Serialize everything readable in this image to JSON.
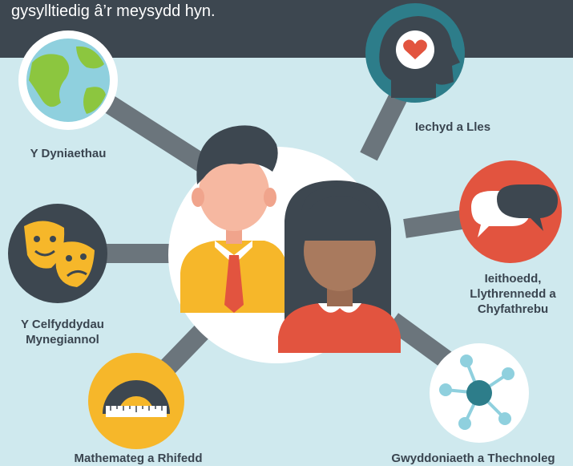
{
  "header": {
    "text": "gysylltiedig â’r meysydd hyn."
  },
  "topics": {
    "humanities": {
      "lines": [
        "Y Dyniaethau"
      ],
      "icon": "globe-icon"
    },
    "expressive_arts": {
      "lines": [
        "Y Celfyddydau",
        "Mynegiannol"
      ],
      "icon": "theatre-masks-icon"
    },
    "maths": {
      "lines": [
        "Mathemateg a Rhifedd"
      ],
      "icon": "protractor-icon"
    },
    "health": {
      "lines": [
        "Iechyd a Lles"
      ],
      "icon": "head-heart-icon"
    },
    "languages": {
      "lines": [
        "Ieithoedd,",
        "Llythrennedd a",
        "Chyfathrebu"
      ],
      "icon": "speech-bubbles-icon"
    },
    "science": {
      "lines": [
        "Gwyddoniaeth a Thechnoleg"
      ],
      "icon": "molecule-icon"
    }
  },
  "colors": {
    "background": "#cfe9ee",
    "header": "#3d4750",
    "connector": "#6b757c",
    "green": "#8cc63f",
    "ocean": "#8fd0de",
    "yellow": "#f6b72a",
    "red": "#e2543f",
    "teal": "#2d7d8a"
  }
}
